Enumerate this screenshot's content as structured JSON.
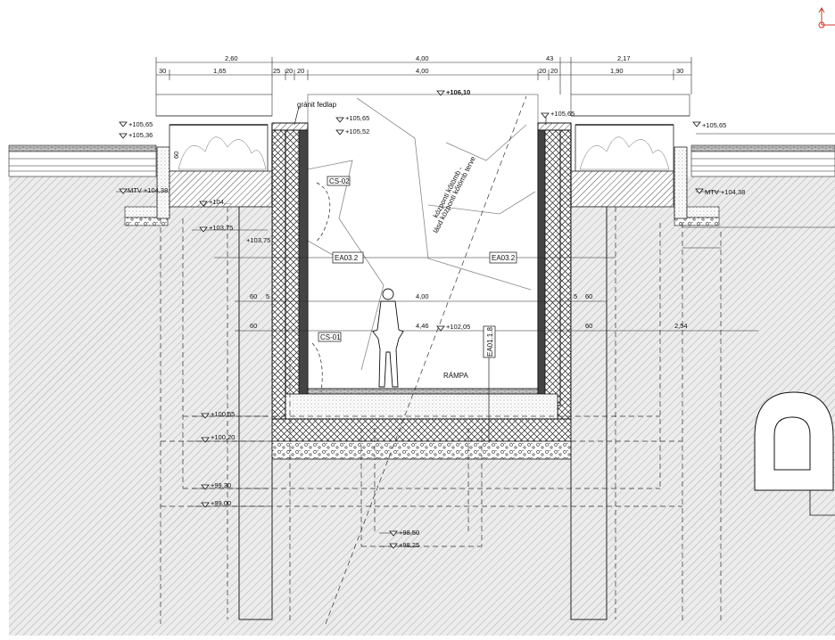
{
  "dimensions_top": {
    "row1": [
      "2,60",
      "4,00",
      "43",
      "2,17"
    ],
    "row2": [
      "30",
      "1,65",
      "25",
      "20",
      "20",
      "4,00",
      "20",
      "20",
      "1,90",
      "30"
    ]
  },
  "levels": {
    "top_center": "+106,10",
    "left_terrain": "+105,65",
    "left_terrain_lower": "+105,36",
    "inner_top": "+105,65",
    "inner_top_lower": "+105,52",
    "right_inner_top": "+105,65",
    "right_terrain": "+105,65",
    "mtv_left": "MTV +104,38",
    "mtv_right": "MTV +104,38",
    "left_104": "+104,...",
    "left_103_75": "+103,75",
    "left_103_75b": "+103,75",
    "ramp_level": "+102,05",
    "l_100_55": "+100,55",
    "l_100_20": "+100,20",
    "l_99_30": "+99,30",
    "l_99_00": "+99,00",
    "l_98_50": "+98,50",
    "l_98_25": "+98,25"
  },
  "labels": {
    "granite": "gránit fedlap",
    "cs02": "CS-02",
    "cs01": "CS-01",
    "ea032_left": "EA03.2",
    "ea032_right": "EA03.2",
    "ea011": "EA01.1.8",
    "rampa": "RÁMPA",
    "diag1": "központi kőtömb -",
    "diag2": "lásd központi kőtömb terve",
    "width_inner1": "4,00",
    "width_inner2": "4,46",
    "left_60a": "60",
    "left_5": "5",
    "left_60b": "60",
    "right_60a": "60",
    "right_5": "5",
    "right_60b": "60",
    "right_254": "2,54",
    "dim_60_vertical": "60"
  },
  "colors": {
    "line": "#1a1a1a",
    "hatch": "#8a8a8a",
    "accent": "#d0342c"
  },
  "icons": {
    "corner_marker": "axis-marker-icon",
    "tunnel": "tunnel-section-icon",
    "person": "human-figure-icon"
  }
}
